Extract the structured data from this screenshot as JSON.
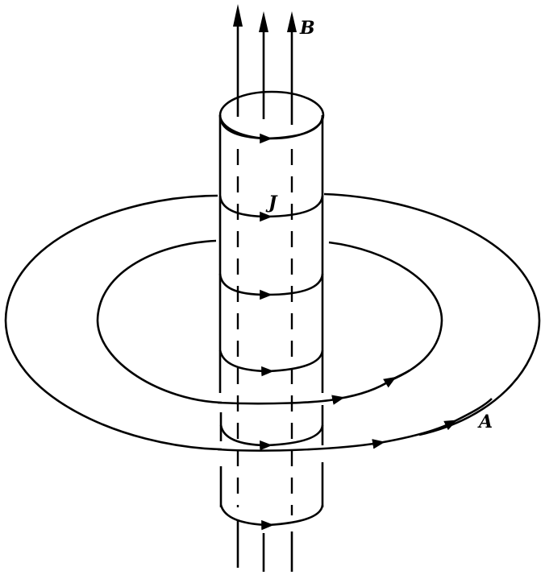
{
  "diagram": {
    "description": "Solenoid (cylinder) with axial magnetic field B, azimuthal surface current J, and circulating vector potential A loops",
    "labels": {
      "magnetic_field": "B",
      "current_density": "J",
      "vector_potential": "A"
    },
    "colors": {
      "stroke": "#000000",
      "background": "#ffffff"
    },
    "cylinder": {
      "current_rings": 6,
      "field_lines": 3
    },
    "vector_potential_loops": 2
  }
}
